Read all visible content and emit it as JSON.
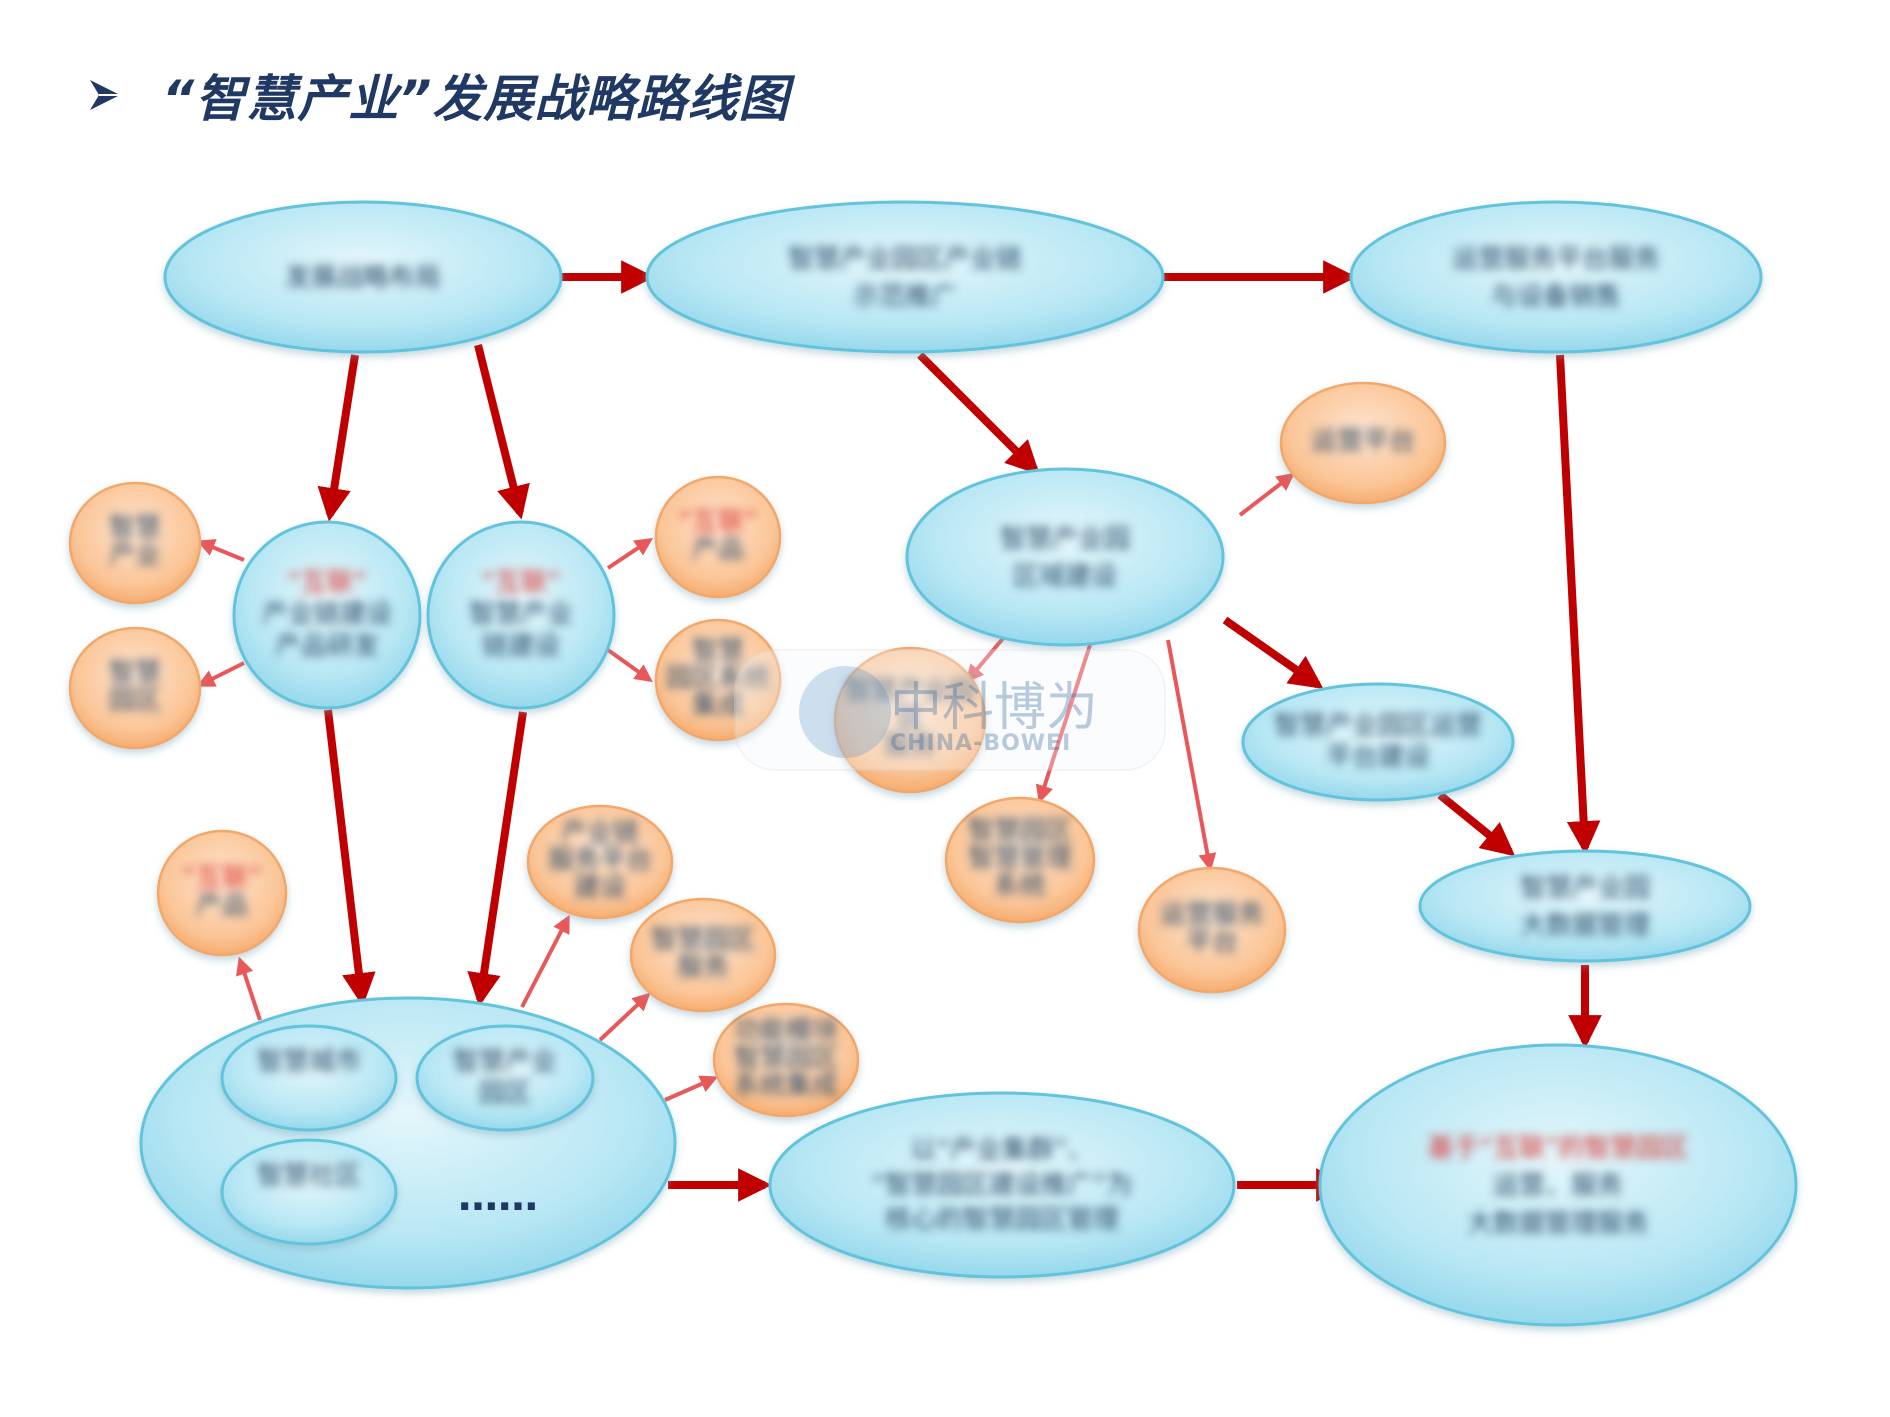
{
  "title": "“智慧产业”发展战略路线图",
  "watermark": {
    "cn": "中科博为",
    "en": "CHINA-BOWEI"
  },
  "ellipsis": "……",
  "colors": {
    "title": "#1f3864",
    "blue_node": "#aee3f2",
    "blue_stroke": "#62c3dd",
    "orange_node": "#fbc497",
    "orange_stroke": "#f3a768",
    "arrow_main": "#c00000",
    "arrow_light": "#e8585a"
  },
  "nodes": {
    "b1": [
      "发展战略布局"
    ],
    "b2": [
      "智慧产业园区产业链",
      "示范推广"
    ],
    "b3": [
      "运营服务平台服务",
      "与设备销售"
    ],
    "b4": [
      "“互联”",
      "产业链建设",
      "产品研发"
    ],
    "b5": [
      "“互联”",
      "智慧产业",
      "链建设"
    ],
    "b6": [
      "智慧产业园",
      "区域建设"
    ],
    "b7": [
      "智慧产业园区运营",
      "平台建设"
    ],
    "b8": [
      "智慧产业园",
      "大数据管理"
    ],
    "b9": [
      "以“产业集群”、",
      "“智慧园区建设推广”为",
      "核心的智慧园区管理"
    ],
    "b10": [
      "基于“互联”的智慧园区",
      "运营、服务",
      "大数据管理服务"
    ],
    "cluster": [
      "智慧城市",
      "智慧产业园区",
      "智慧社区"
    ],
    "o1": [
      "智慧",
      "产业"
    ],
    "o2": [
      "智慧",
      "园区"
    ],
    "o3": [
      "“互联”",
      "产品"
    ],
    "o4": [
      "智慧",
      "园区系统",
      "集成"
    ],
    "o5": [
      "运营平台"
    ],
    "o6": [
      "智慧产业园",
      "区",
      "服务"
    ],
    "o7": [
      "智慧园区",
      "智慧管理",
      "系统"
    ],
    "o8": [
      "运营服务",
      "平台"
    ],
    "o9": [
      "“互联”",
      "产品"
    ],
    "o10": [
      "产业链",
      "服务平台",
      "建设"
    ],
    "o11": [
      "智慧园区",
      "服务"
    ],
    "o12": [
      "功能模块",
      "智慧园区",
      "系统集成"
    ]
  }
}
